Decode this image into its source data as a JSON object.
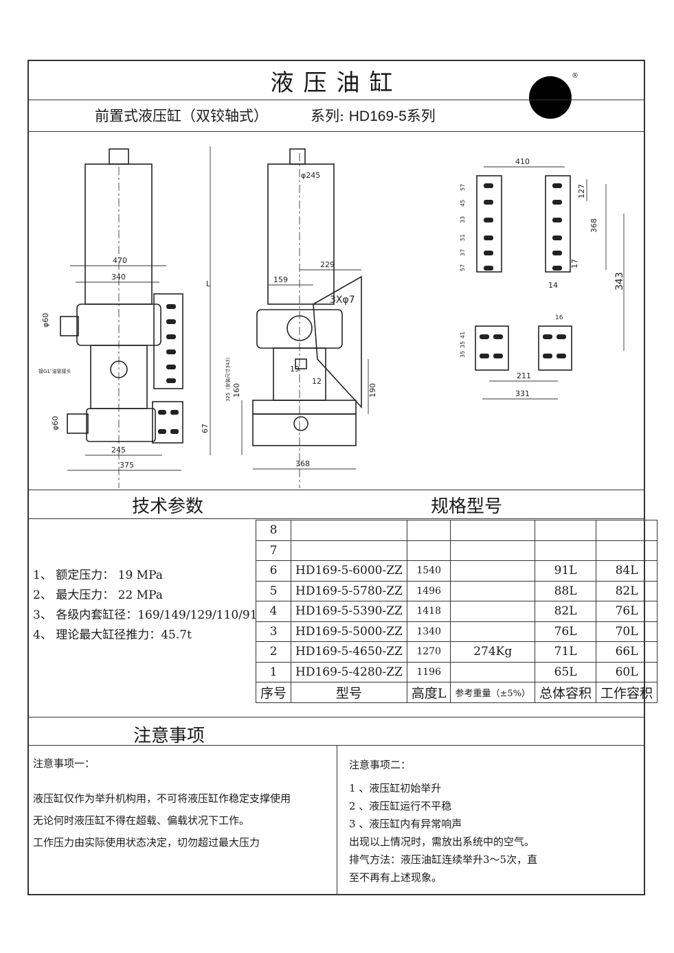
{
  "header": {
    "title": "液压油缸",
    "subtitle": "前置式液压缸（双铰轴式）",
    "series_prefix": "系列:",
    "series": "HD169-5系列",
    "logo_mark": "®"
  },
  "drawing_labels": {
    "d470": "470",
    "d340": "340",
    "d60a": "φ60",
    "d60b": "φ60",
    "d245w": "245",
    "d375": "375",
    "port_note": "接G1″油管接头",
    "d245": "φ245",
    "d229": "229",
    "d159": "159",
    "d3x7": "3Xφ7",
    "d19": "19",
    "d12": "12",
    "d160": "160",
    "d190": "190",
    "d67": "67",
    "d368": "368",
    "dL": "L",
    "d325": "325（安装尺寸343）",
    "d410": "410",
    "d127": "127",
    "d368b": "368",
    "d343": "343",
    "d17": "17",
    "d14": "14",
    "d16": "16",
    "d211": "211",
    "d331": "331",
    "p57a": "57",
    "p57b": "57",
    "p45": "45",
    "p33": "33",
    "p51": "51",
    "p37": "37",
    "p35": "35",
    "p35b": "35",
    "p41": "41"
  },
  "tech": {
    "heading": "技术参数",
    "items": [
      "1、 额定压力： 19    MPa",
      "2、 最大压力： 22    MPa",
      "3、 各级内套缸径：169/149/129/110/91",
      "4、 理论最大缸径推力：45.7t"
    ]
  },
  "spec": {
    "heading": "规格型号",
    "rows": [
      {
        "no": "8",
        "model": "",
        "height": "",
        "weight": "",
        "total": "",
        "work": ""
      },
      {
        "no": "7",
        "model": "",
        "height": "",
        "weight": "",
        "total": "",
        "work": ""
      },
      {
        "no": "6",
        "model": "HD169-5-6000-ZZ",
        "height": "1540",
        "weight": "",
        "total": "91L",
        "work": "84L"
      },
      {
        "no": "5",
        "model": "HD169-5-5780-ZZ",
        "height": "1496",
        "weight": "",
        "total": "88L",
        "work": "82L"
      },
      {
        "no": "4",
        "model": "HD169-5-5390-ZZ",
        "height": "1418",
        "weight": "",
        "total": "82L",
        "work": "76L"
      },
      {
        "no": "3",
        "model": "HD169-5-5000-ZZ",
        "height": "1340",
        "weight": "",
        "total": "76L",
        "work": "70L"
      },
      {
        "no": "2",
        "model": "HD169-5-4650-ZZ",
        "height": "1270",
        "weight": "274Kg",
        "total": "71L",
        "work": "66L"
      },
      {
        "no": "1",
        "model": "HD169-5-4280-ZZ",
        "height": "1196",
        "weight": "",
        "total": "65L",
        "work": "60L"
      }
    ],
    "columns": {
      "no": "序号",
      "model": "型号",
      "height": "高度L",
      "weight": "参考重量（±5%）",
      "total": "总体容积",
      "work": "工作容积"
    }
  },
  "notes": {
    "heading": "注意事项",
    "left_title": "注意事项一：",
    "left_lines": [
      "液压缸仅作为举升机构用，不可将液压缸作稳定支撑使用",
      "无论何时液压缸不得在超载、偏载状况下工作。",
      "工作压力由实际使用状态决定，切勿超过最大压力"
    ],
    "right_title": "注意事项二：",
    "right_lines": [
      "1 、液压缸初始举升",
      "2 、液压缸运行不平稳",
      "3 、液压缸内有异常响声",
      "出现以上情况时，需放出系统中的空气。",
      "排气方法：液压油缸连续举升3～5次，直",
      "至不再有上述现象。"
    ]
  }
}
